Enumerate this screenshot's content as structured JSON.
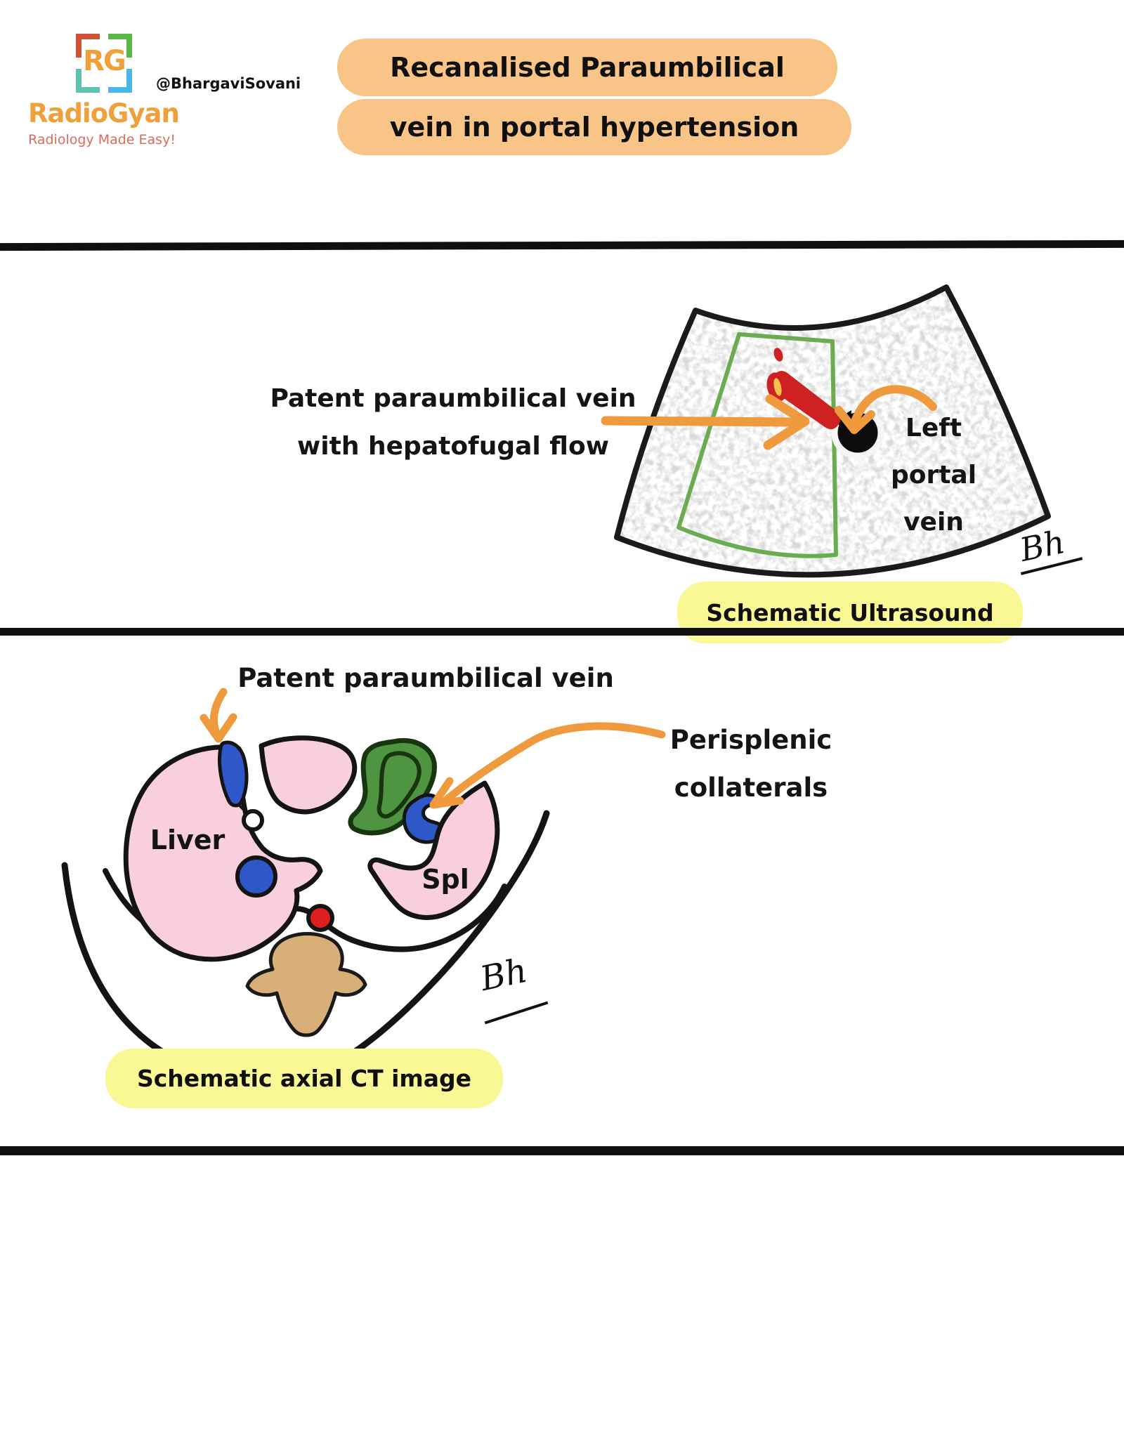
{
  "header": {
    "logo_rg": "RG",
    "brand": "RadioGyan",
    "tagline": "Radiology Made Easy!",
    "handle": "@BhargaviSovani"
  },
  "title": {
    "line1": "Recanalised Paraumbilical",
    "line2": "vein in portal hypertension"
  },
  "ultrasound": {
    "annotation_line1": "Patent paraumbilical vein",
    "annotation_line2": "with hepatofugal flow",
    "portal_label_line1": "Left",
    "portal_label_line2": "portal",
    "portal_label_line3": "vein",
    "caption": "Schematic Ultrasound",
    "signature": "Bh"
  },
  "ct": {
    "annotation_top": "Patent paraumbilical vein",
    "annotation_right_line1": "Perisplenic",
    "annotation_right_line2": "collaterals",
    "liver_label": "Liver",
    "spleen_label": "Spl",
    "caption": "Schematic axial CT image",
    "signature": "Bh"
  },
  "colors": {
    "accent_orange": "#F09A3E",
    "title_pill": "#F8C488",
    "caption_yellow": "#FAF894",
    "organ_pink": "#F8CFDA",
    "stomach_green": "#4F9440",
    "vein_blue": "#2E58C8",
    "artery_red": "#CE2222",
    "vertebra_tan": "#D8AE79",
    "fan_gray": "#D9D9D9",
    "doppler_box_green": "#6CAC50",
    "brand_orange": "#F0A03A",
    "tagline_red": "#DD6B5C"
  }
}
